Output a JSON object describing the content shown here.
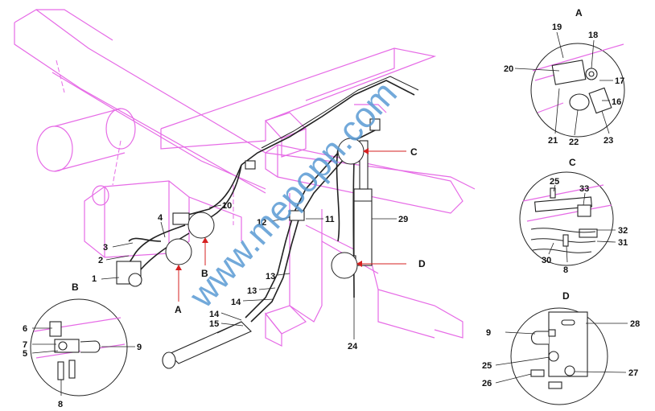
{
  "section_labels": {
    "a": "A",
    "b": "B",
    "c": "C",
    "d": "D"
  },
  "main_callouts": {
    "c1": "1",
    "c2": "2",
    "c3": "3",
    "c4": "4",
    "c10": "10",
    "c11": "11",
    "c12": "12",
    "c13a": "13",
    "c13b": "13",
    "c14a": "14",
    "c14b": "14",
    "c15": "15",
    "c24": "24",
    "c29": "29",
    "mark_a": "A",
    "mark_b": "B",
    "mark_c": "C",
    "mark_d": "D"
  },
  "detail_a_callouts": {
    "c16": "16",
    "c17": "17",
    "c18": "18",
    "c19": "19",
    "c20": "20",
    "c21": "21",
    "c22": "22",
    "c23": "23"
  },
  "detail_b_callouts": {
    "c5": "5",
    "c6": "6",
    "c7": "7",
    "c8": "8",
    "c9": "9"
  },
  "detail_c_callouts": {
    "c8": "8",
    "c25": "25",
    "c30": "30",
    "c31": "31",
    "c32": "32",
    "c33": "33"
  },
  "detail_d_callouts": {
    "c9": "9",
    "c25": "25",
    "c26": "26",
    "c27": "27",
    "c28": "28"
  },
  "watermark": "www.mepopn.com",
  "colors": {
    "frame": "#e66be6",
    "hose": "#222222",
    "leader_red": "#d62020",
    "watermark": "#5a9bd4"
  }
}
